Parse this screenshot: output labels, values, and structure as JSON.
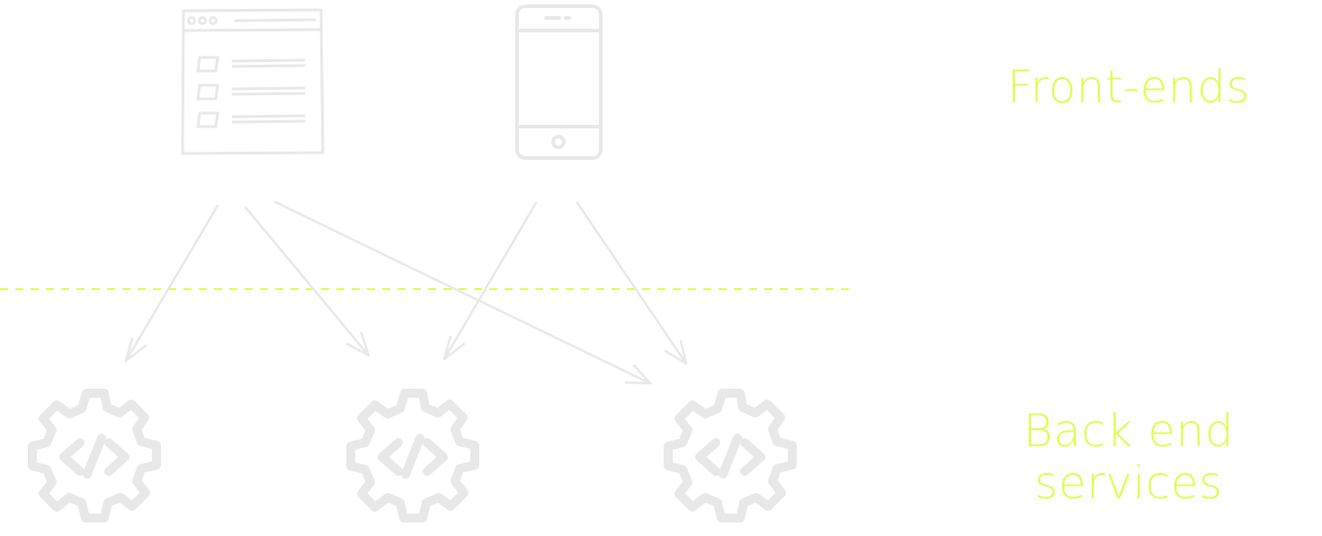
{
  "labels": {
    "front_ends": "Front-ends",
    "back_end_line1": "Back end",
    "back_end_line2": "services"
  },
  "icons": {
    "web_app": "browser-window-icon",
    "mobile_app": "smartphone-icon",
    "services": [
      "code-gear-icon",
      "code-gear-icon",
      "code-gear-icon"
    ]
  },
  "connections": [
    {
      "from": "web_app",
      "to": "service_1"
    },
    {
      "from": "web_app",
      "to": "service_2"
    },
    {
      "from": "web_app",
      "to": "service_3"
    },
    {
      "from": "mobile_app",
      "to": "service_2"
    },
    {
      "from": "mobile_app",
      "to": "service_3"
    }
  ],
  "colors": {
    "accent": "#e2fb4f",
    "icon_stroke": "#e8e8e8"
  }
}
